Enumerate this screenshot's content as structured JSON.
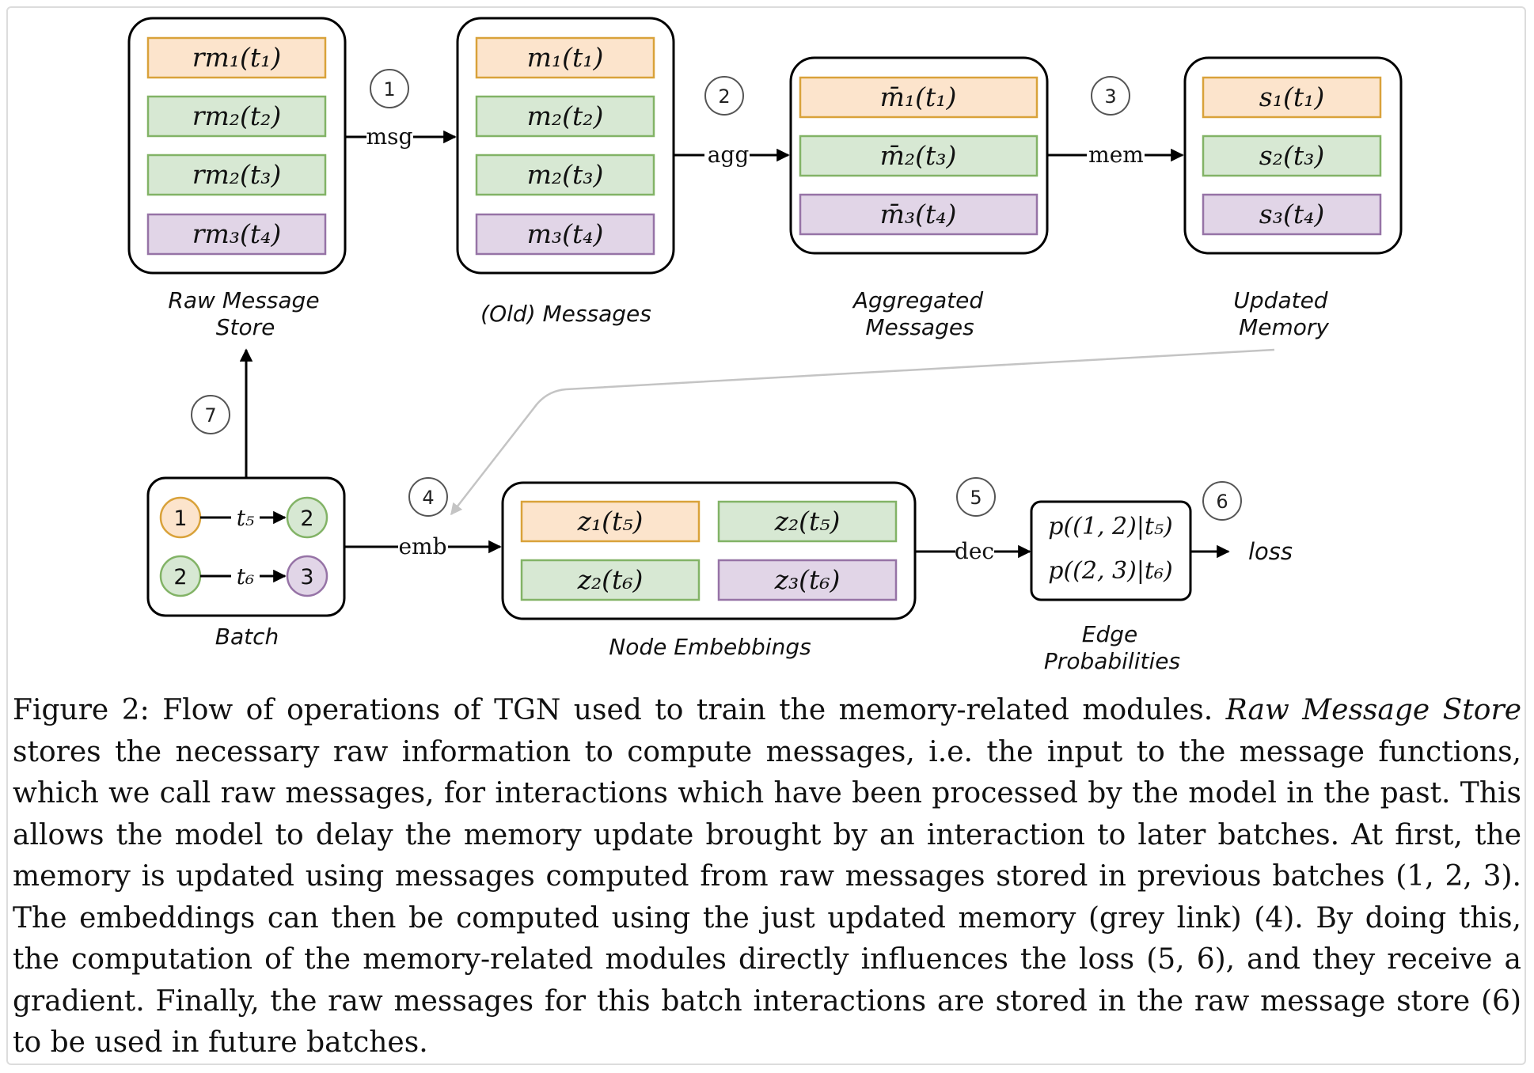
{
  "diagram": {
    "stores": {
      "raw_message_store": {
        "title": [
          "Raw Message",
          "Store"
        ],
        "items": [
          "rm₁(t₁)",
          "rm₂(t₂)",
          "rm₂(t₃)",
          "rm₃(t₄)"
        ]
      },
      "old_messages": {
        "title": [
          "(Old) Messages"
        ],
        "items": [
          "m₁(t₁)",
          "m₂(t₂)",
          "m₂(t₃)",
          "m₃(t₄)"
        ]
      },
      "aggregated_messages": {
        "title": [
          "Aggregated",
          "Messages"
        ],
        "items": [
          "m̄₁(t₁)",
          "m̄₂(t₃)",
          "m̄₃(t₄)"
        ]
      },
      "updated_memory": {
        "title": [
          "Updated",
          "Memory"
        ],
        "items": [
          "s₁(t₁)",
          "s₂(t₃)",
          "s₃(t₄)"
        ]
      },
      "node_embeddings": {
        "title": "Node Embebbings",
        "items": [
          "z₁(t₅)",
          "z₂(t₅)",
          "z₂(t₆)",
          "z₃(t₆)"
        ]
      },
      "edge_probabilities": {
        "title": [
          "Edge",
          "Probabilities"
        ],
        "items": [
          "p((1, 2)|t₅)",
          "p((2, 3)|t₆)"
        ]
      }
    },
    "batch": {
      "title": "Batch",
      "edges": [
        {
          "source": "1",
          "target": "2",
          "label": "t₅"
        },
        {
          "source": "2",
          "target": "3",
          "label": "t₆"
        }
      ]
    },
    "edge_labels": {
      "msg": "msg",
      "agg": "agg",
      "mem": "mem",
      "emb": "emb",
      "dec": "dec"
    },
    "steps": [
      "1",
      "2",
      "3",
      "4",
      "5",
      "6",
      "7"
    ],
    "output_label": "loss",
    "colors": {
      "orange_fill": "#fce4cc",
      "orange_stroke": "#d9a23a",
      "green_fill": "#d7e8d3",
      "green_stroke": "#82b366",
      "purple_fill": "#e1d5e7",
      "purple_stroke": "#9673a6",
      "grey_link": "#c4c4c4"
    }
  },
  "caption": {
    "prefix": "Figure 2: Flow of operations of TGN used to train the memory-related modules. ",
    "emphasis": "Raw Message Store",
    "body": " stores the necessary raw information to compute messages, i.e. the input to the message functions, which we call raw messages, for interactions which have been processed by the model in the past. This allows the model to delay the memory update brought by an interaction to later batches. At first, the memory is updated using messages computed from raw messages stored in previous batches (1, 2, 3). The embeddings can then be computed using the just updated memory (grey link) (4). By doing this, the computation of the memory-related modules directly influences the loss (5, 6), and they receive a gradient. Finally, the raw messages for this batch interactions are stored in the raw message store (6) to be used in future batches."
  }
}
